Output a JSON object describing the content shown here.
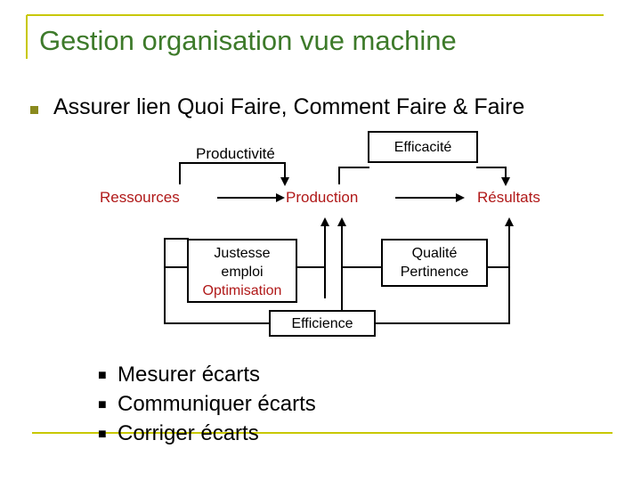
{
  "slide": {
    "title": "Gestion organisation vue machine",
    "bullet": "Assurer lien Quoi Faire, Comment Faire & Faire",
    "accent_title": "#3d7a2a",
    "accent_rule": "#c8c800",
    "accent_red": "#b01818"
  },
  "diagram": {
    "productivite": "Productivité",
    "efficacite": "Efficacité",
    "ressources": "Ressources",
    "production": "Production",
    "resultats": "Résultats",
    "justesse_line1": "Justesse",
    "justesse_line2": "emploi",
    "justesse_line3": "Optimisation",
    "qualite_line1": "Qualité",
    "qualite_line2": "Pertinence",
    "efficience": "Efficience"
  },
  "list": {
    "items": [
      "Mesurer écarts",
      "Communiquer écarts",
      "Corriger écarts"
    ]
  }
}
